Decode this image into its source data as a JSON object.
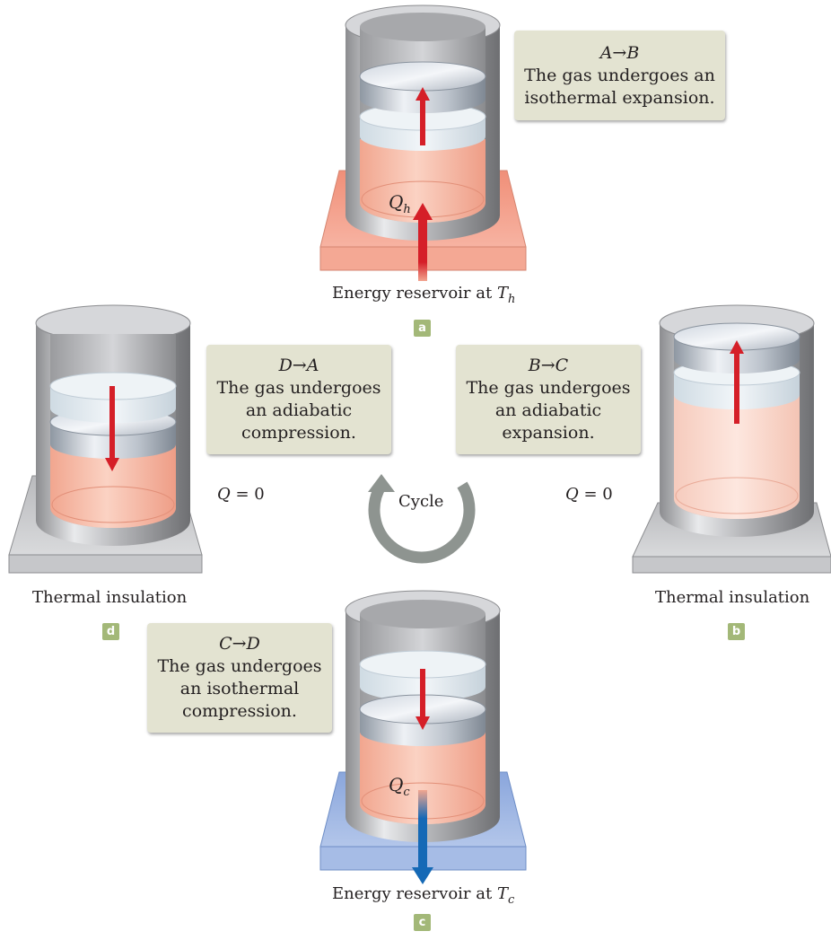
{
  "colors": {
    "hot_reservoir": "#f2a48f",
    "cold_reservoir": "#a8bde6",
    "insulation": "#c8c9cb",
    "gas": "#f7b9a4",
    "arrow_heat_in": "#d51f28",
    "arrow_heat_out": "#1569b6",
    "label_box": "#e3e3d1",
    "panel_tag": "#a3b878",
    "cycle_arrow": "#8e9490"
  },
  "panels": {
    "a": {
      "tag": "a",
      "step": "A→B",
      "lines": [
        "The gas undergoes an",
        "isothermal expansion."
      ],
      "heat_symbol": "Q",
      "heat_sub": "h",
      "reservoir_label": "Energy reservoir at ",
      "reservoir_T": "T",
      "reservoir_sub": "h"
    },
    "b": {
      "tag": "b",
      "step": "B→C",
      "lines": [
        "The gas undergoes",
        "an adiabatic",
        "expansion."
      ],
      "heat_symbol": "Q",
      "heat_value": " = 0",
      "base_label": "Thermal insulation"
    },
    "c": {
      "tag": "c",
      "step": "C→D",
      "lines": [
        "The gas undergoes",
        "an isothermal",
        "compression."
      ],
      "heat_symbol": "Q",
      "heat_sub": "c",
      "reservoir_label": "Energy reservoir at ",
      "reservoir_T": "T",
      "reservoir_sub": "c"
    },
    "d": {
      "tag": "d",
      "step": "D→A",
      "lines": [
        "The gas undergoes",
        "an adiabatic",
        "compression."
      ],
      "heat_symbol": "Q",
      "heat_value": " = 0",
      "base_label": "Thermal insulation"
    }
  },
  "cycle_label": "Cycle"
}
